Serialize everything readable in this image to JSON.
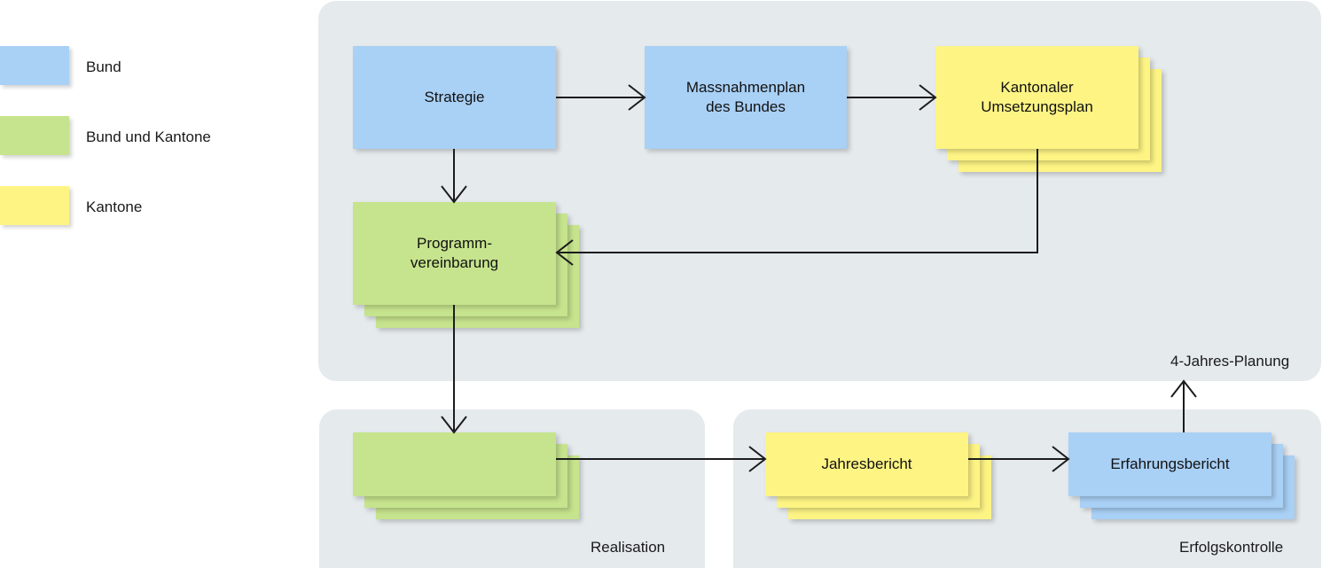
{
  "legend": {
    "items": [
      {
        "label": "Bund",
        "color": "#a9d0f5"
      },
      {
        "label": "Bund und Kantone",
        "color": "#c6e48d"
      },
      {
        "label": "Kantone",
        "color": "#fdf484"
      }
    ]
  },
  "panels": {
    "planning": {
      "label": "4-Jahres-Planung"
    },
    "realisation": {
      "label": "Realisation"
    },
    "controlling": {
      "label": "Erfolgskontrolle"
    }
  },
  "nodes": {
    "strategie": {
      "label": "Strategie",
      "color": "#a9d0f5",
      "stacked": false
    },
    "massnahmenplan": {
      "label": "Massnahmenplan\ndes Bundes",
      "line1": "Massnahmenplan",
      "line2": "des Bundes",
      "color": "#a9d0f5",
      "stacked": false
    },
    "umsetzungsplan": {
      "line1": "Kantonaler",
      "line2": "Umsetzungsplan",
      "color": "#fdf484",
      "stacked": true
    },
    "programmvereinbarung": {
      "line1": "Programm-",
      "line2": "vereinbarung",
      "color": "#c6e48d",
      "stacked": true
    },
    "realisation_stack": {
      "label": "",
      "color": "#c6e48d",
      "stacked": true
    },
    "jahresbericht": {
      "label": "Jahresbericht",
      "color": "#fdf484",
      "stacked": true
    },
    "erfahrungsbericht": {
      "label": "Erfahrungsbericht",
      "color": "#a9d0f5",
      "stacked": true
    }
  },
  "colors": {
    "panel_background": "#e5eaed",
    "page_background": "#ffffff",
    "connector": "#1c1c1c",
    "bund": "#a9d0f5",
    "bund_und_kantone": "#c6e48d",
    "kantone": "#fdf484"
  }
}
